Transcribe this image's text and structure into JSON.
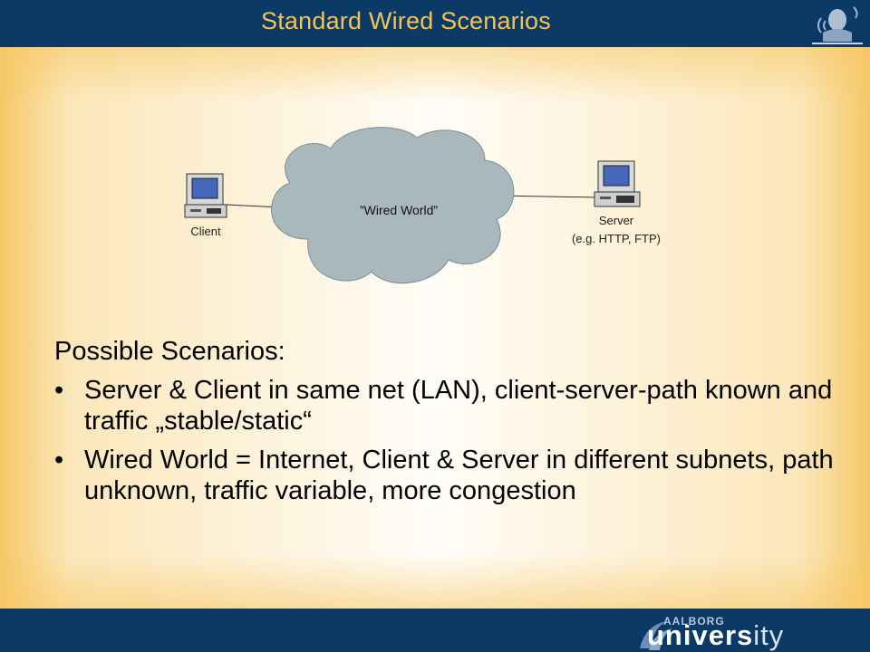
{
  "header": {
    "title": "Standard Wired Scenarios"
  },
  "diagram": {
    "client_label": "Client",
    "server_label": "Server",
    "server_sublabel": "(e.g. HTTP, FTP)",
    "cloud_label": "”Wired World”"
  },
  "content": {
    "heading": "Possible Scenarios:",
    "bullets": [
      "Server & Client in same net (LAN), client-server-path known and traffic „stable/static“",
      "Wired World = Internet, Client & Server in different subnets, path unknown, traffic variable, more congestion"
    ]
  },
  "footer": {
    "logo_top": "AALBORG",
    "logo_bold": "univers",
    "logo_light": "ity"
  },
  "colors": {
    "brand_blue": "#0b3a66",
    "title_gold": "#f2c451",
    "cloud_gray": "#a9b8bd"
  }
}
